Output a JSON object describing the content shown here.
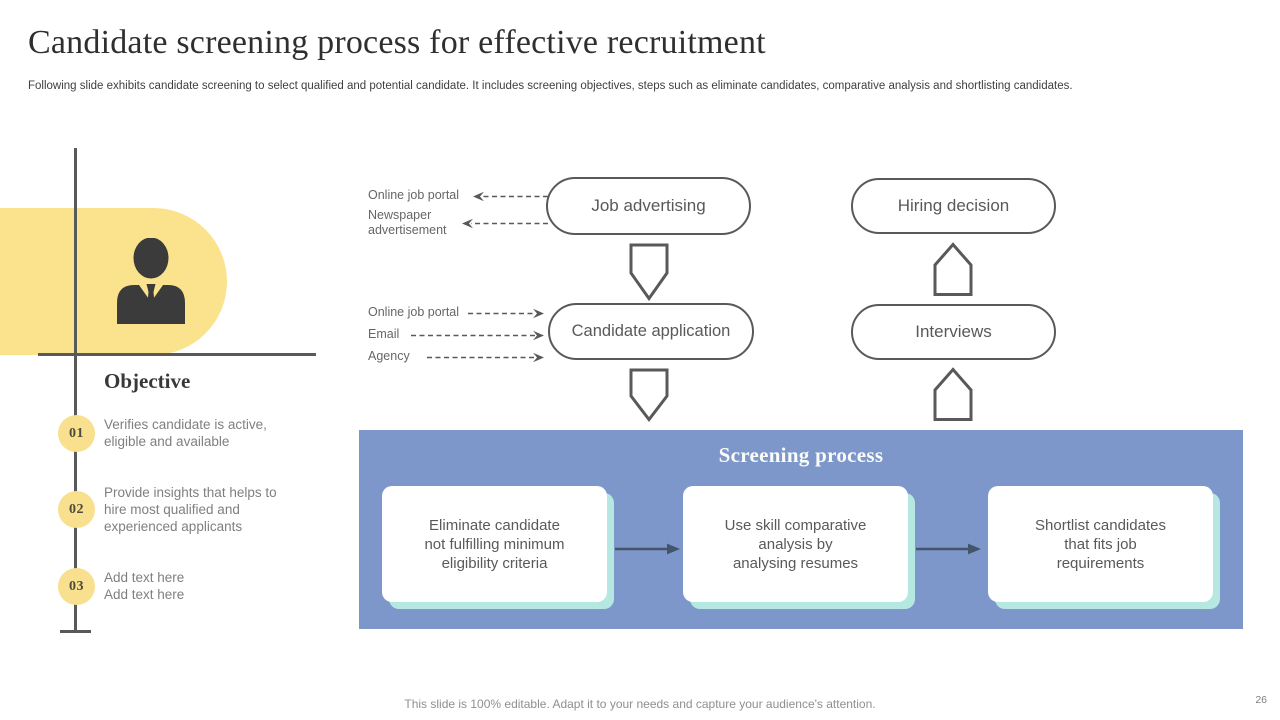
{
  "slide": {
    "title": "Candidate screening process for effective recruitment",
    "subtitle": "Following slide exhibits candidate screening to select qualified and potential candidate. It includes screening objectives, steps such as eliminate candidates, comparative analysis and shortlisting candidates.",
    "footer": "This slide is 100% editable. Adapt it to your needs and capture your audience's attention.",
    "page_number": "26"
  },
  "objective": {
    "heading": "Objective",
    "items": [
      {
        "number": "01",
        "lines": [
          "Verifies candidate is active,",
          "eligible and available"
        ]
      },
      {
        "number": "02",
        "lines": [
          "Provide insights that helps to",
          "hire most qualified and",
          "experienced applicants"
        ]
      },
      {
        "number": "03",
        "lines": [
          "Add text here",
          "Add text here"
        ]
      }
    ]
  },
  "flowchart": {
    "job_advertising": "Job advertising",
    "hiring_decision": "Hiring decision",
    "candidate_application": "Candidate application",
    "interviews": "Interviews",
    "outbound_channels": [
      {
        "lines": [
          "Online job portal",
          ""
        ]
      },
      {
        "lines": [
          "Newspaper",
          "advertisement"
        ]
      }
    ],
    "inbound_channels": [
      "Online job portal",
      "Email",
      "Agency"
    ]
  },
  "screening": {
    "title": "Screening process",
    "steps": [
      {
        "lines": [
          "Eliminate candidate",
          "not fulfilling minimum",
          "eligibility criteria"
        ]
      },
      {
        "lines": [
          "Use skill comparative",
          "analysis by",
          "analysing resumes"
        ]
      },
      {
        "lines": [
          "Shortlist candidates",
          "that fits job",
          "requirements"
        ]
      }
    ]
  },
  "colors": {
    "accent_yellow": "#FBE38E",
    "badge_yellow": "#F8E08F",
    "panel_blue": "#7D97CB",
    "card_shadow_mint": "#B5E8E1",
    "outline_gray": "#595959",
    "arrow_dark": "#44546A",
    "body_text_gray": "#7F7F7F"
  }
}
